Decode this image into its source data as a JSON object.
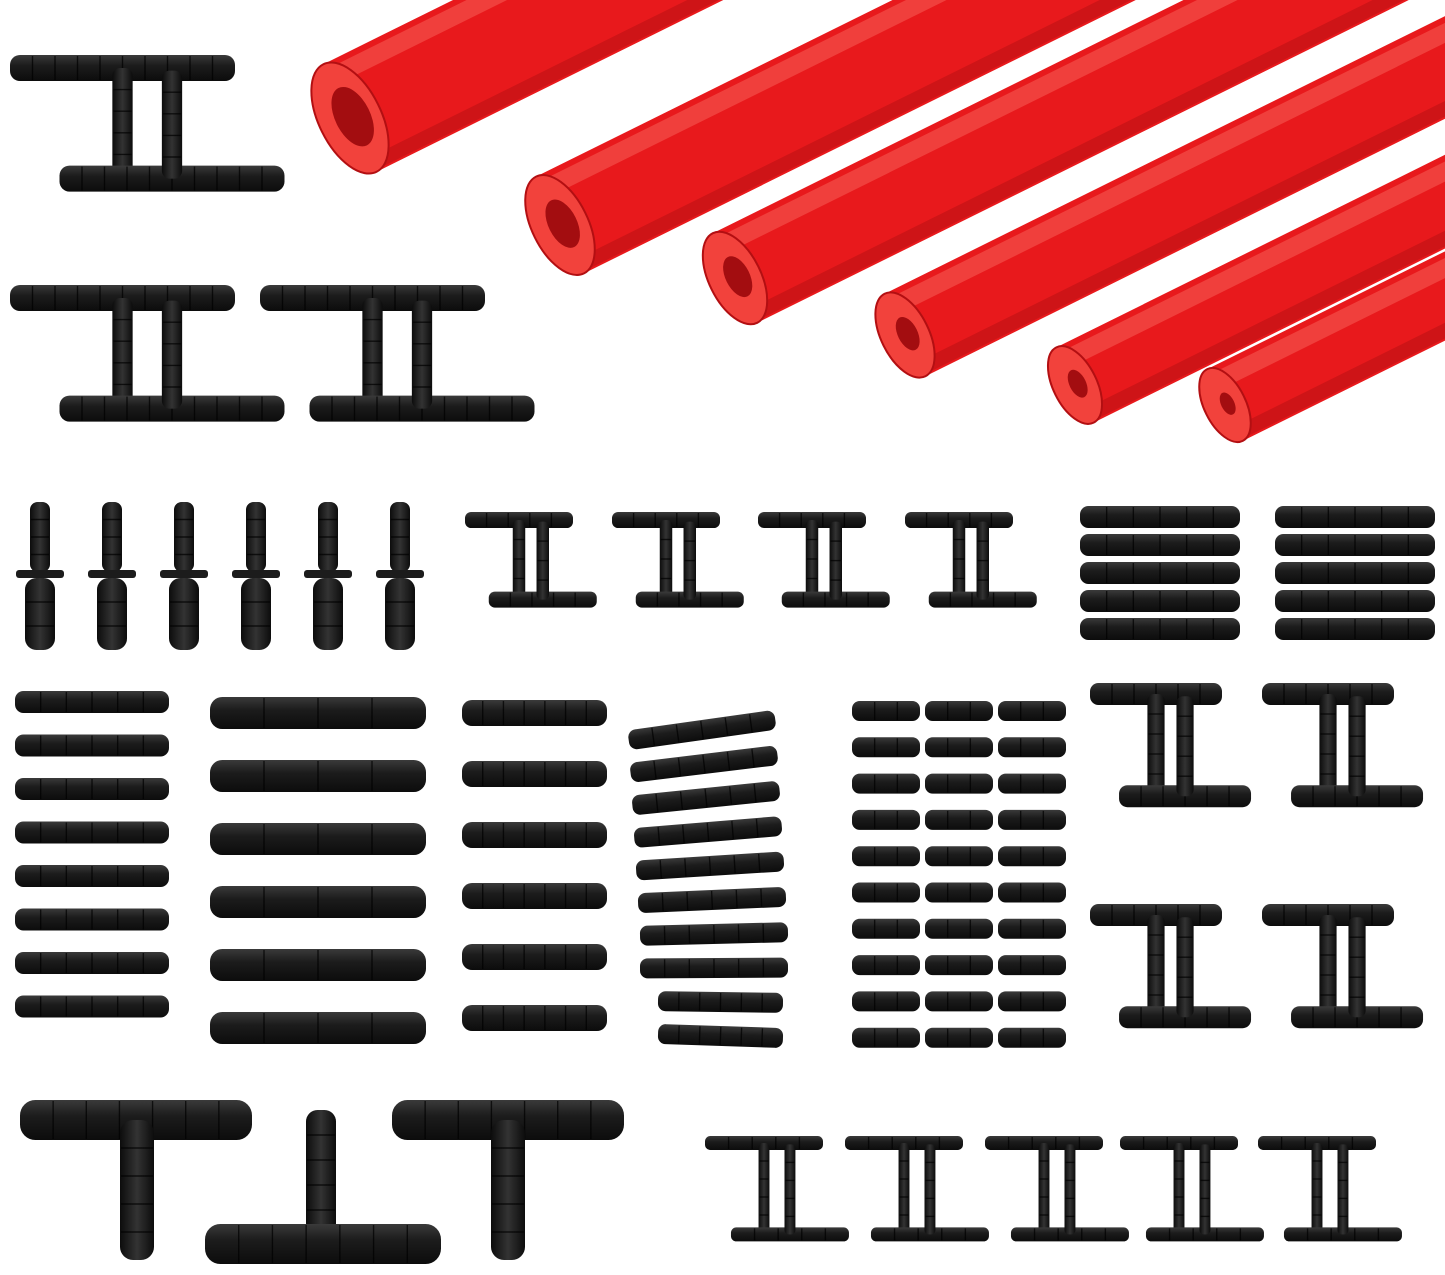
{
  "image": {
    "background_color": "#ffffff",
    "tube_color": "#e8191c",
    "tube_highlight": "#f4504a",
    "tube_shadow": "#b30f12",
    "fitting_color": "#1c1c1c"
  },
  "groups": {
    "red_tubes": {
      "count": 6
    },
    "large_tees_top_left": {
      "count": 6
    },
    "tall_reducers": {
      "count": 6
    },
    "small_tees_top_row": {
      "count": 8
    },
    "stacked_couplers_right": {
      "count": 10
    },
    "straight_couplers_col1": {
      "count": 8
    },
    "long_couplers_col2": {
      "count": 6
    },
    "ridged_couplers_col3": {
      "count": 6
    },
    "angled_couplers_col4": {
      "count": 10
    },
    "short_couplers_grid": {
      "count": 30
    },
    "medium_tees_right": {
      "count": 8
    },
    "giant_tees_bottom": {
      "count": 3
    },
    "mini_tees_bottom": {
      "count": 10
    }
  }
}
